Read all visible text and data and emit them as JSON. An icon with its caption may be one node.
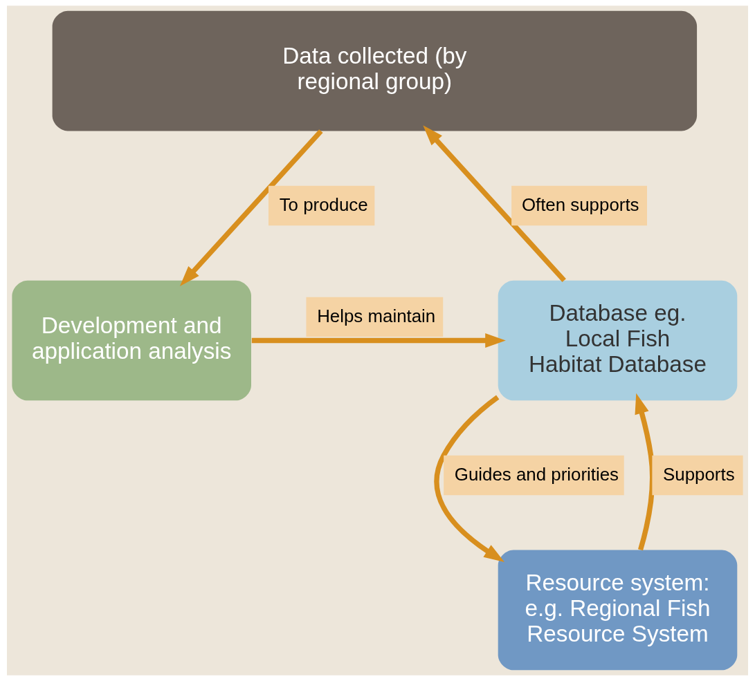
{
  "diagram": {
    "nodes": [
      {
        "text": [
          "Data collected (by regional group)"
        ]
      },
      {
        "text": [
          "Database eg. Local Fish Habitat Database"
        ]
      },
      {
        "text": [
          "Development and application analysis"
        ]
      },
      {
        "text": [
          "Resource system: e.g. Regional Fish Resource System"
        ]
      }
    ],
    "edges": [
      {
        "from": 1,
        "to": 0,
        "arrow": "to",
        "label": "Often supports"
      },
      {
        "from": 0,
        "to": 2,
        "arrow": "to",
        "label": "To produce"
      },
      {
        "from": 2,
        "to": 1,
        "arrow": "to",
        "label": "Helps maintain"
      },
      {
        "from": 3,
        "to": 1,
        "arrow": "to",
        "label": "Supports"
      },
      {
        "from": 1,
        "to": 3,
        "arrow": "to",
        "label": "Guides and priorities"
      }
    ]
  }
}
